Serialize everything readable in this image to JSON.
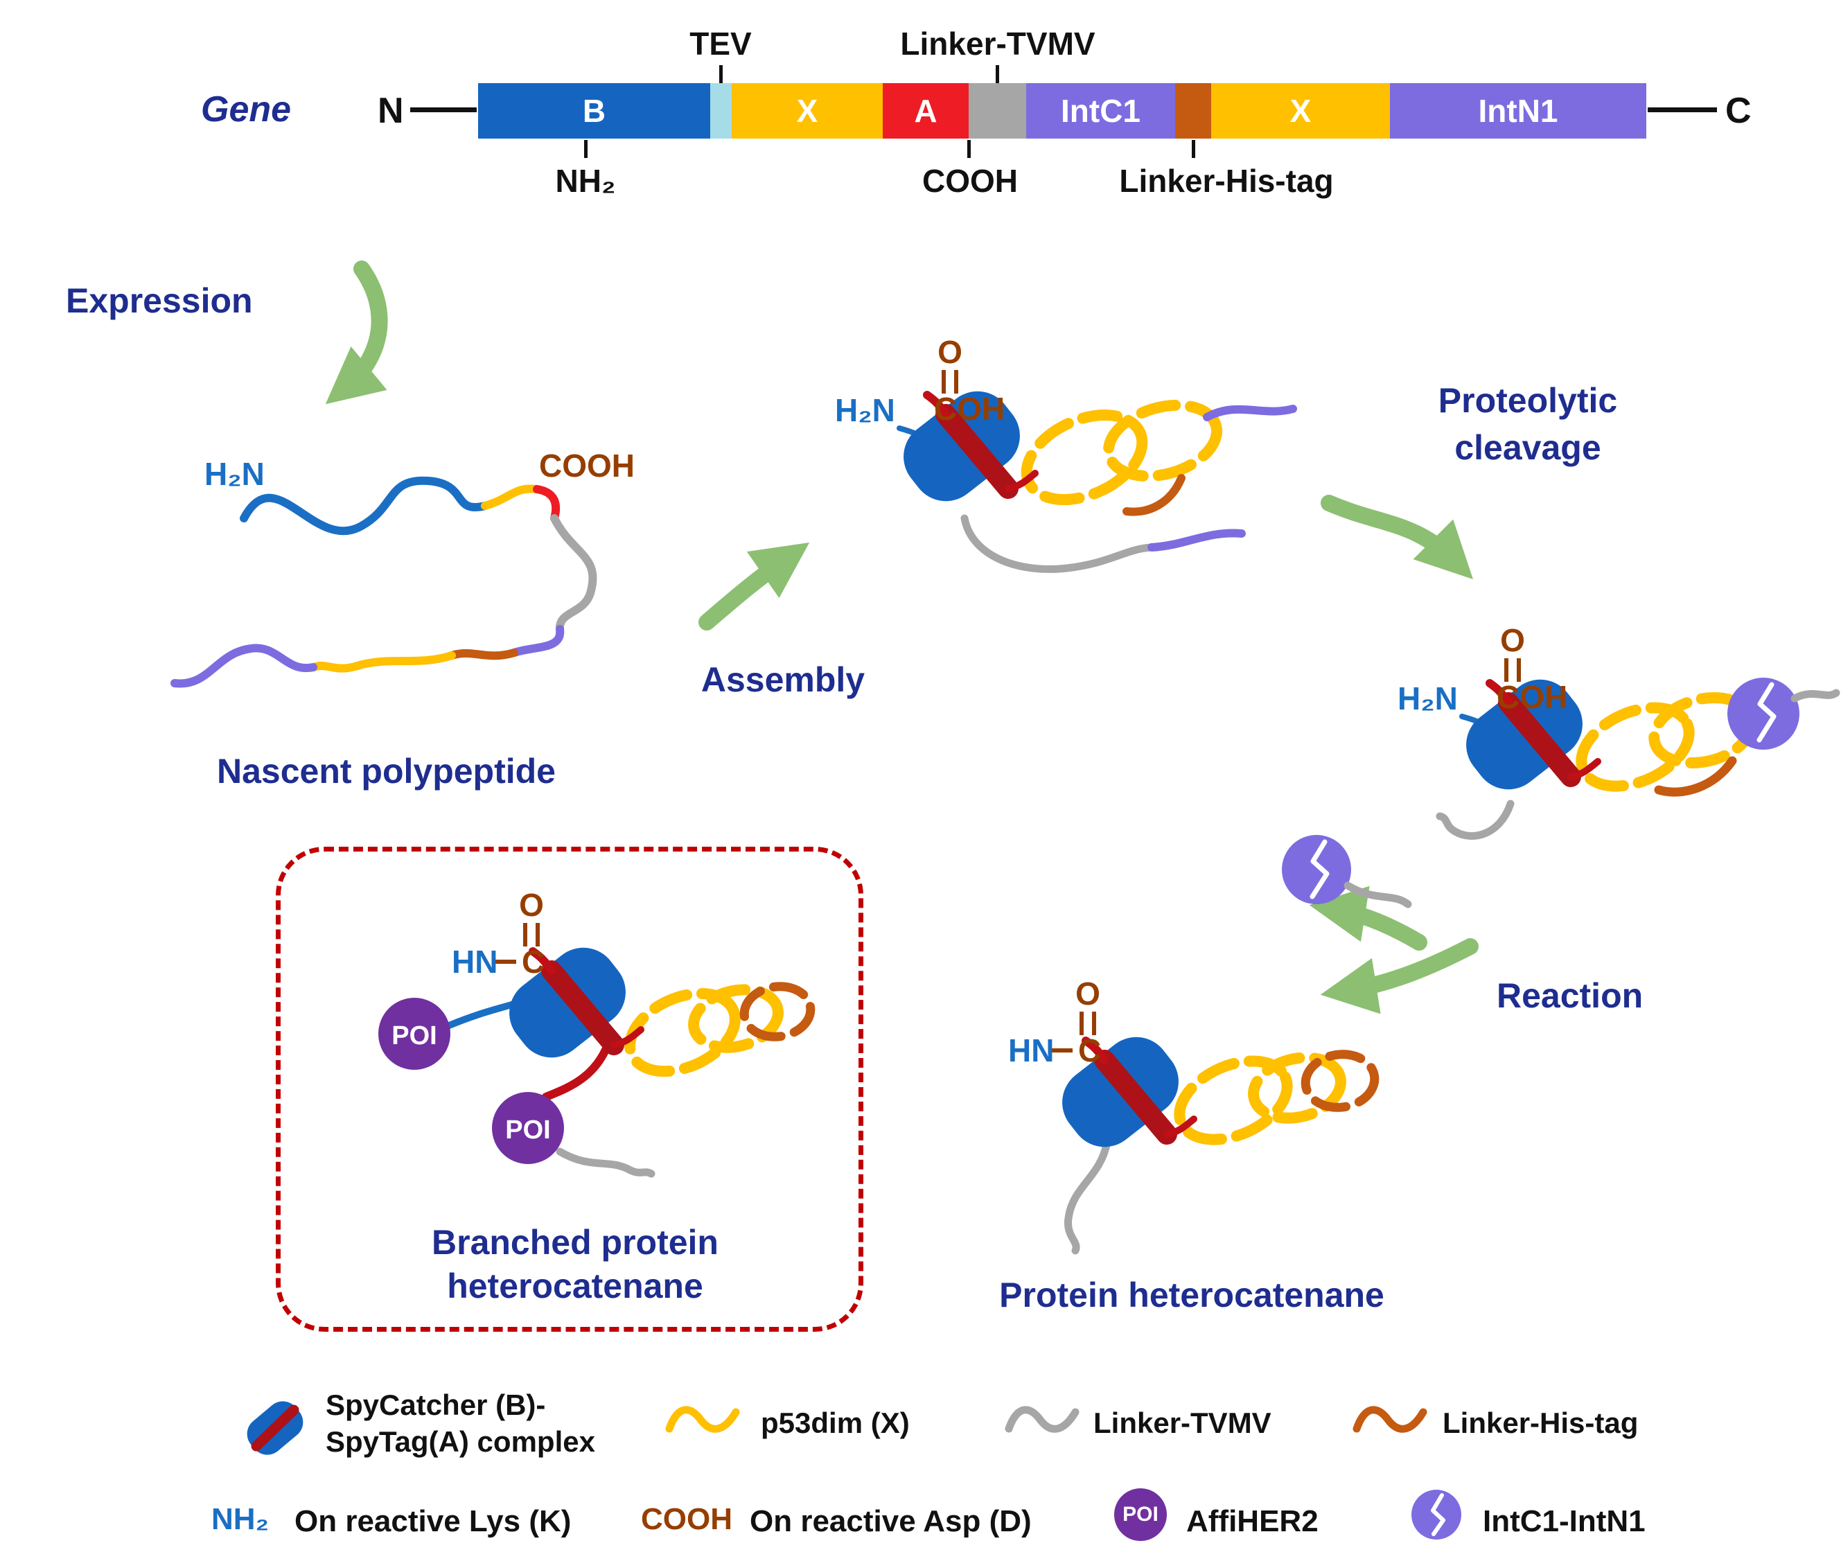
{
  "palette": {
    "navy_text": "#1e2d8f",
    "blue": "#1565c0",
    "cyan": "#a6dce8",
    "yellow": "#ffc000",
    "red": "#ee1c25",
    "gray": "#a6a6a6",
    "purple": "#7c6ce0",
    "orange_brown": "#c55a11",
    "dark_red_rod": "#ad1218",
    "green_arrow": "#8cbf72",
    "poi_purple": "#7030a0",
    "dashed_box_red": "#c00000",
    "brown_text": "#963e00",
    "blue_text": "#1a6fc4",
    "black_text": "#111111"
  },
  "gene": {
    "title": "Gene",
    "n_label": "N",
    "c_label": "C",
    "segments": [
      {
        "label": "B"
      },
      {
        "label": ""
      },
      {
        "label": "X"
      },
      {
        "label": "A"
      },
      {
        "label": ""
      },
      {
        "label": "IntC1"
      },
      {
        "label": ""
      },
      {
        "label": "X"
      },
      {
        "label": "IntN1"
      }
    ],
    "above": {
      "tev": "TEV",
      "linker_tvmv": "Linker-TVMV"
    },
    "below": {
      "nh2": "NH₂",
      "cooh": "COOH",
      "linker_his": "Linker-His-tag"
    }
  },
  "steps": {
    "expression": "Expression",
    "assembly": "Assembly",
    "proteolytic_line1": "Proteolytic",
    "proteolytic_line2": "cleavage",
    "reaction": "Reaction"
  },
  "captions": {
    "nascent": "Nascent polypeptide",
    "branched_line1": "Branched protein",
    "branched_line2": "heterocatenane",
    "product": "Protein heterocatenane"
  },
  "chem": {
    "h2n": "H₂N",
    "cooh": "COOH",
    "o": "O",
    "coh": "COH",
    "hn": "HN",
    "c": "C",
    "poi": "POI"
  },
  "legend": {
    "spy_line1": "SpyCatcher (B)-",
    "spy_line2": "SpyTag(A) complex",
    "p53dim": "p53dim (X)",
    "linker_tvmv": "Linker-TVMV",
    "linker_his": "Linker-His-tag",
    "nh2_symbol": "NH₂",
    "lys_label": "On reactive Lys (K)",
    "cooh_symbol": "COOH",
    "asp_label": "On reactive Asp (D)",
    "poi_symbol": "POI",
    "affiher2_label": "AffiHER2",
    "intein_label": "IntC1-IntN1"
  }
}
